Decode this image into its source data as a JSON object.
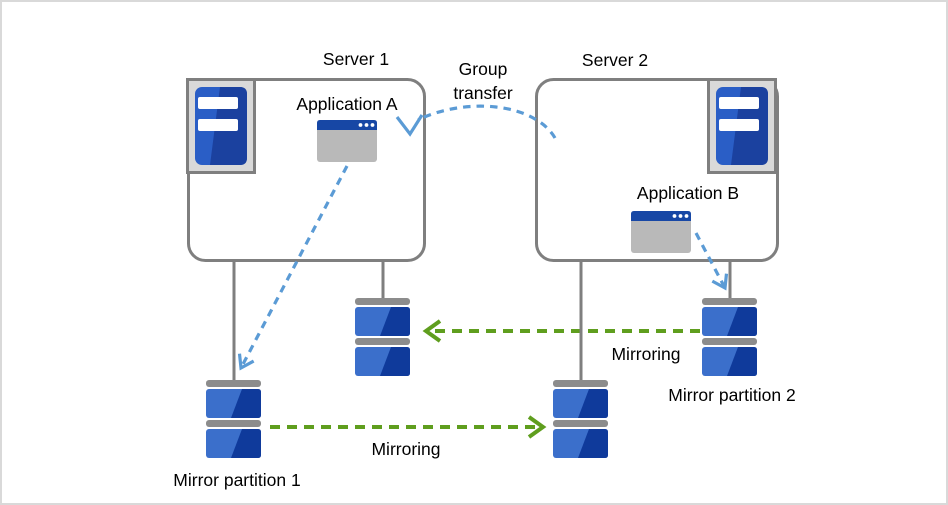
{
  "diagram": {
    "title_hint": "Two-server mirror disk cluster diagram",
    "servers": [
      {
        "label": "Server 1",
        "app_label": "Application A"
      },
      {
        "label": "Server 2",
        "app_label": "Application B"
      }
    ],
    "group_transfer_label": "Group transfer",
    "mirroring_upper_label": "Mirroring",
    "mirroring_lower_label": "Mirroring",
    "partition1_label": "Mirror partition 1",
    "partition2_label": "Mirror partition 2"
  },
  "colors": {
    "box_border": "#7f7f7f",
    "connector_gray": "#7f7f7f",
    "icon_panel_bg": "#d9d9d9",
    "tower_blue": "#2a5ec6",
    "tower_blue_dark": "#1b419f",
    "disk_blue": "#3b6fcb",
    "disk_blue_dark": "#0f3a9b",
    "disk_cap_gray": "#8c8c8c",
    "app_titlebar_blue": "#1747a5",
    "app_body_gray": "#b9b9b9",
    "arrow_blue": "#5b9bd5",
    "arrow_green": "#5f9e1e",
    "frame_border": "#d9d9d9",
    "text": "#000000"
  }
}
